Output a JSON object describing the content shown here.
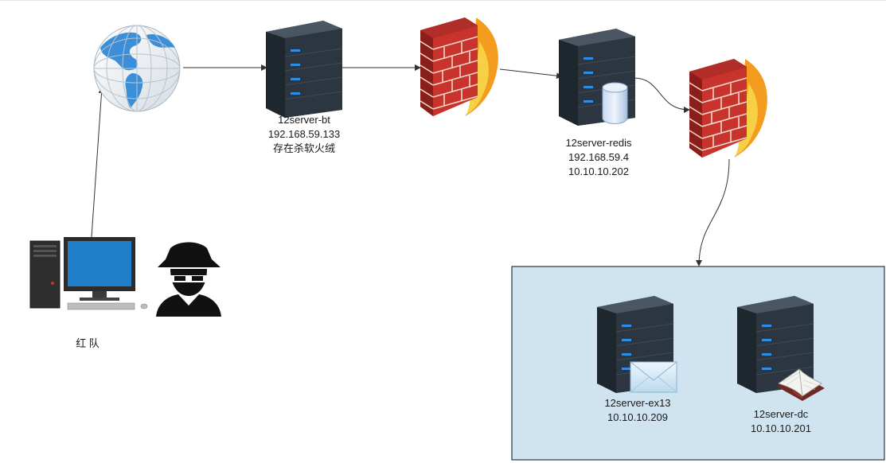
{
  "nodes": {
    "internet": {
      "icon": "globe-icon"
    },
    "bt": {
      "name": "12server-bt",
      "ip": "192.168.59.133",
      "note": "存在杀软火绒"
    },
    "firewall_1": {
      "icon": "firewall-icon"
    },
    "redis": {
      "name": "12server-redis",
      "ip": "192.168.59.4",
      "ip2": "10.10.10.202"
    },
    "firewall_2": {
      "icon": "firewall-icon"
    },
    "red_team": {
      "label": "红 队",
      "icons": [
        "desktop-computer-icon",
        "hacker-icon"
      ]
    },
    "ex13": {
      "name": "12server-ex13",
      "ip": "10.10.10.209",
      "icon": "mail-envelope-icon"
    },
    "dc": {
      "name": "12server-dc",
      "ip": "10.10.10.201",
      "icon": "book-icon"
    }
  },
  "colors": {
    "zone_fill": "#cfe3f1",
    "zone_border": "#2b3a44",
    "server_body": "#2c3640",
    "server_led": "#2f8de4",
    "brick": "#c8332e",
    "flame": "#f39c1e",
    "connector": "#333333"
  }
}
